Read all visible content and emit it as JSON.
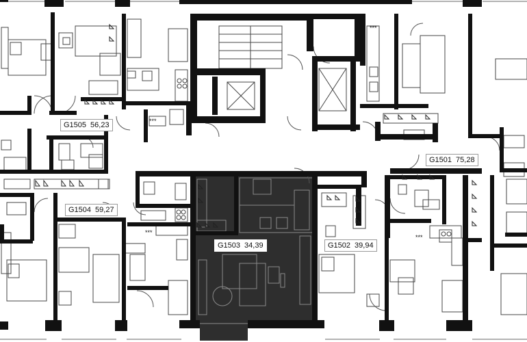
{
  "plan": {
    "colors": {
      "wall": "#111111",
      "line": "#444444",
      "selected": "#2e2e2e",
      "selected_line": "#8a8a8a",
      "background": "#ffffff"
    },
    "apartments": [
      {
        "id": "G1505",
        "area": "56,23"
      },
      {
        "id": "G1504",
        "area": "59,27"
      },
      {
        "id": "G1503",
        "area": "34,39",
        "selected": true
      },
      {
        "id": "G1502",
        "area": "39,94"
      },
      {
        "id": "G1501",
        "area": "75,28"
      }
    ],
    "stove_marks": [
      "***",
      "***",
      "***",
      "***"
    ]
  }
}
